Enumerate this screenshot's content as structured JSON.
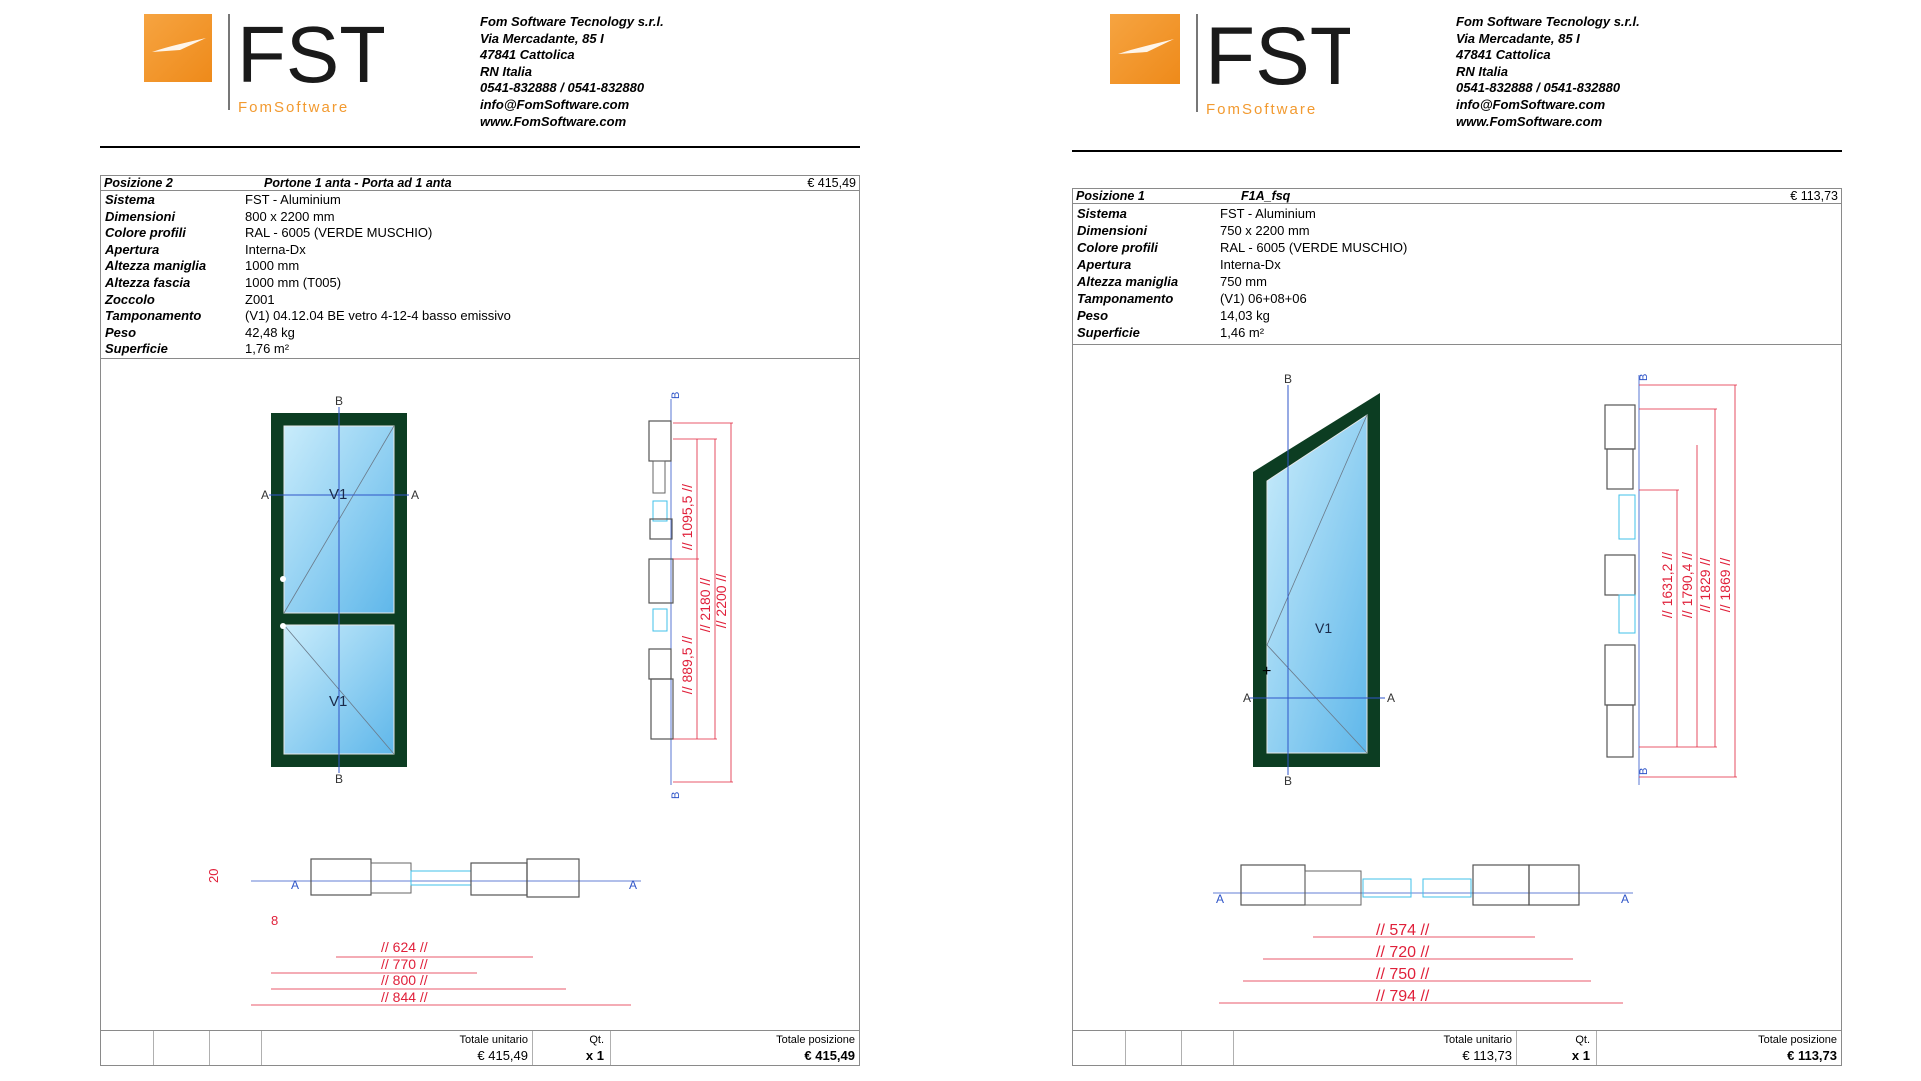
{
  "company": {
    "logo_text": "FST",
    "logo_sub": "FomSoftware",
    "lines": [
      "Fom Software Tecnology s.r.l.",
      "Via Mercadante, 85 I",
      "47841 Cattolica",
      "RN Italia",
      "0541-832888 / 0541-832880",
      "info@FomSoftware.com",
      "www.FomSoftware.com"
    ]
  },
  "colors": {
    "frame": "#0c3d22",
    "glass": "#7ec8f0",
    "dim": "#e0203a",
    "axis": "#2f55c8"
  },
  "left": {
    "position": "Posizione 2",
    "description": "Portone 1 anta - Porta ad 1 anta",
    "price": "€ 415,49",
    "specs": [
      {
        "key": "Sistema",
        "value": "FST - Aluminium"
      },
      {
        "key": "Dimensioni",
        "value": "800 x 2200 mm"
      },
      {
        "key": "Colore profili",
        "value": "RAL - 6005 (VERDE MUSCHIO)"
      },
      {
        "key": "Apertura",
        "value": "Interna-Dx"
      },
      {
        "key": "Altezza maniglia",
        "value": "1000 mm"
      },
      {
        "key": "Altezza fascia",
        "value": "1000 mm (T005)"
      },
      {
        "key": "Zoccolo",
        "value": "Z001"
      },
      {
        "key": "Tamponamento",
        "value": "(V1) 04.12.04 BE  vetro 4-12-4 basso emissivo"
      },
      {
        "key": "Peso",
        "value": "42,48 kg"
      },
      {
        "key": "Superficie",
        "value": "1,76 m²"
      }
    ],
    "drawing": {
      "panel_labels": [
        "V1",
        "V1"
      ],
      "axis_b": "B",
      "axis_a": "A",
      "vertical_dims": [
        "// 1095,5 //",
        "// 889,5 //",
        "// 2180 //",
        "// 2200 //"
      ],
      "horizontal_dims": [
        "// 624 //",
        "// 770 //",
        "// 800 //",
        "// 844 //"
      ],
      "small_dims": [
        "20",
        "8"
      ]
    },
    "totals": {
      "unit_label": "Totale unitario",
      "unit_value": "€ 415,49",
      "qty_label": "Qt.",
      "qty_value": "x 1",
      "pos_label": "Totale posizione",
      "pos_value": "€ 415,49"
    }
  },
  "right": {
    "position": "Posizione 1",
    "description": "F1A_fsq",
    "price": "€ 113,73",
    "specs": [
      {
        "key": "Sistema",
        "value": "FST - Aluminium"
      },
      {
        "key": "Dimensioni",
        "value": "750 x 2200 mm"
      },
      {
        "key": "Colore profili",
        "value": "RAL - 6005 (VERDE MUSCHIO)"
      },
      {
        "key": "Apertura",
        "value": "Interna-Dx"
      },
      {
        "key": "Altezza maniglia",
        "value": "750 mm"
      },
      {
        "key": "Tamponamento",
        "value": "(V1) 06+08+06"
      },
      {
        "key": "Peso",
        "value": "14,03 kg"
      },
      {
        "key": "Superficie",
        "value": "1,46 m²"
      }
    ],
    "drawing": {
      "panel_labels": [
        "V1"
      ],
      "axis_b": "B",
      "axis_a": "A",
      "vertical_dims": [
        "// 1631,2 //",
        "// 1790,4 //",
        "// 1829 //",
        "// 1869 //"
      ],
      "horizontal_dims": [
        "// 574 //",
        "// 720 //",
        "// 750 //",
        "// 794 //"
      ]
    },
    "totals": {
      "unit_label": "Totale unitario",
      "unit_value": "€ 113,73",
      "qty_label": "Qt.",
      "qty_value": "x 1",
      "pos_label": "Totale posizione",
      "pos_value": "€ 113,73"
    }
  }
}
